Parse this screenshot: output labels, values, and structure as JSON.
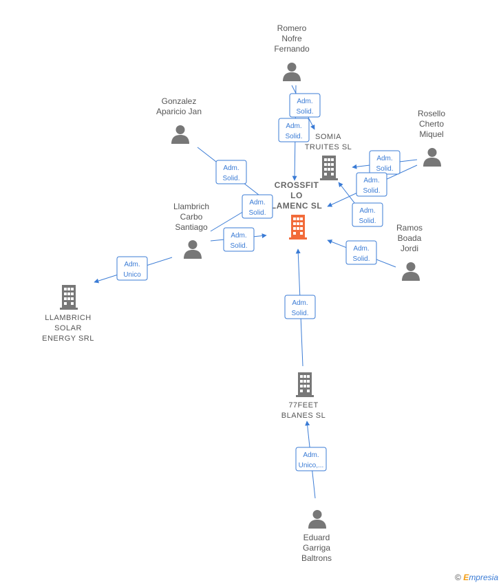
{
  "nodes": [
    {
      "id": "romero",
      "type": "person",
      "lines": [
        "Romero",
        "Nofre",
        "Fernando"
      ]
    },
    {
      "id": "gonzalez",
      "type": "person",
      "lines": [
        "Gonzalez",
        "Aparicio Jan"
      ]
    },
    {
      "id": "rosello",
      "type": "person",
      "lines": [
        "Rosello",
        "Cherto",
        "Miquel"
      ]
    },
    {
      "id": "llambrich_p",
      "type": "person",
      "lines": [
        "Llambrich",
        "Carbo",
        "Santiago"
      ]
    },
    {
      "id": "ramos",
      "type": "person",
      "lines": [
        "Ramos",
        "Boada",
        "Jordi"
      ]
    },
    {
      "id": "eduard",
      "type": "person",
      "lines": [
        "Eduard",
        "Garriga",
        "Baltrons"
      ]
    },
    {
      "id": "crossfit",
      "type": "center",
      "lines": [
        "CROSSFIT",
        "LO",
        "LAMENC SL"
      ]
    },
    {
      "id": "somia",
      "type": "company",
      "lines": [
        "SOMIA",
        "TRUITES SL"
      ]
    },
    {
      "id": "llambrich_c",
      "type": "company",
      "lines": [
        "LLAMBRICH",
        "SOLAR",
        "ENERGY SRL"
      ]
    },
    {
      "id": "feet",
      "type": "company",
      "lines": [
        "77FEET",
        "BLANES SL"
      ]
    }
  ],
  "edges": [
    {
      "from": "romero",
      "to": "somia",
      "label": [
        "Adm.",
        "Solid."
      ]
    },
    {
      "from": "romero",
      "to": "crossfit",
      "label": [
        "Adm.",
        "Solid."
      ]
    },
    {
      "from": "gonzalez",
      "to": "crossfit",
      "label": [
        "Adm.",
        "Solid."
      ]
    },
    {
      "from": "rosello",
      "to": "somia",
      "label": [
        "Adm.",
        "Solid."
      ]
    },
    {
      "from": "rosello",
      "to": "crossfit",
      "label": [
        "Adm.",
        "Solid."
      ]
    },
    {
      "from": "llambrich_p",
      "to": "crossfit",
      "label": [
        "Adm.",
        "Solid."
      ]
    },
    {
      "from": "llambrich_p",
      "to": "crossfit",
      "label": [
        "Adm.",
        "Solid."
      ]
    },
    {
      "from": "llambrich_p",
      "to": "llambrich_c",
      "label": [
        "Adm.",
        "Unico"
      ]
    },
    {
      "from": "ramos",
      "to": "somia",
      "label": [
        "Adm.",
        "Solid."
      ]
    },
    {
      "from": "ramos",
      "to": "crossfit",
      "label": [
        "Adm.",
        "Solid."
      ]
    },
    {
      "from": "feet",
      "to": "crossfit",
      "label": [
        "Adm.",
        "Solid."
      ]
    },
    {
      "from": "eduard",
      "to": "feet",
      "label": [
        "Adm.",
        "Unico,..."
      ]
    }
  ],
  "colors": {
    "edge": "#3a7bd5",
    "person": "#777777",
    "company": "#777777",
    "center": "#f26b3a"
  },
  "footer": {
    "copyright": "©",
    "brand_initial": "E",
    "brand_rest": "mpresia"
  }
}
